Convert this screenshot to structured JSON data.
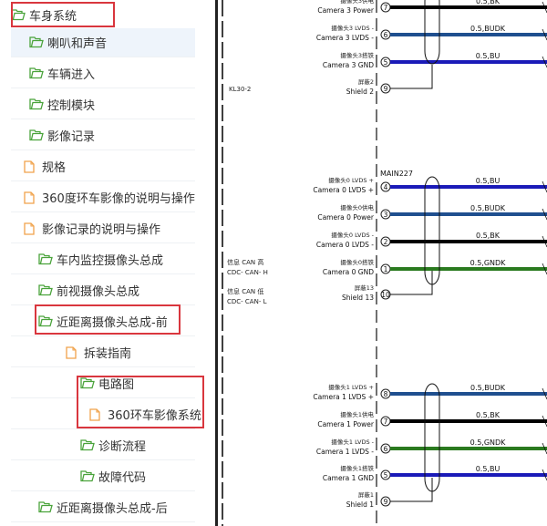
{
  "tree": {
    "items": [
      {
        "label": "车身系统",
        "type": "folder"
      },
      {
        "label": "喇叭和声音",
        "type": "folder"
      },
      {
        "label": "车辆进入",
        "type": "folder"
      },
      {
        "label": "控制模块",
        "type": "folder"
      },
      {
        "label": "影像记录",
        "type": "folder"
      },
      {
        "label": "规格",
        "type": "doc"
      },
      {
        "label": "360度环车影像的说明与操作",
        "type": "doc"
      },
      {
        "label": "影像记录的说明与操作",
        "type": "doc"
      },
      {
        "label": "车内监控摄像头总成",
        "type": "folder"
      },
      {
        "label": "前视摄像头总成",
        "type": "folder"
      },
      {
        "label": "近距离摄像头总成-前",
        "type": "folder"
      },
      {
        "label": "拆装指南",
        "type": "doc"
      },
      {
        "label": "电路图",
        "type": "folder"
      },
      {
        "label": "360环车影像系统",
        "type": "doc"
      },
      {
        "label": "诊断流程",
        "type": "folder"
      },
      {
        "label": "故障代码",
        "type": "folder"
      },
      {
        "label": "近距离摄像头总成-后",
        "type": "folder"
      }
    ],
    "colors": {
      "folder": "#4aa33b",
      "doc": "#f0a24a",
      "highlight": "#d9363e"
    }
  },
  "diagram": {
    "left_labels": [
      {
        "text": "KL30-2"
      },
      {
        "text": "信息 CAN 高"
      },
      {
        "text": "CDC- CAN- H"
      },
      {
        "text": "信息 CAN 低"
      },
      {
        "text": "CDC- CAN- L"
      }
    ],
    "connector_label": "MAIN227",
    "pins": [
      {
        "cn": "摄像头3供电",
        "en": "Camera 3 Power",
        "pin": "7",
        "wire": "0.5,BK",
        "color": "#000000"
      },
      {
        "cn": "摄像头3 LVDS -",
        "en": "Camera 3 LVDS -",
        "pin": "6",
        "wire": "0.5,BUDK",
        "color": "#1f4f8f"
      },
      {
        "cn": "摄像头3搭铁",
        "en": "Camera 3 GND",
        "pin": "5",
        "wire": "0.5,BU",
        "color": "#1a1ab8"
      },
      {
        "cn": "屏蔽2",
        "en": "Shield 2",
        "pin": "9",
        "wire": "",
        "color": "#000000"
      },
      {
        "cn": "摄像头0 LVDS +",
        "en": "Camera 0 LVDS +",
        "pin": "4",
        "wire": "0.5,BU",
        "color": "#1a1ab8"
      },
      {
        "cn": "摄像头0供电",
        "en": "Camera 0 Power",
        "pin": "3",
        "wire": "0.5,BUDK",
        "color": "#1f4f8f"
      },
      {
        "cn": "摄像头0 LVDS -",
        "en": "Camera 0 LVDS -",
        "pin": "2",
        "wire": "0.5,BK",
        "color": "#000000"
      },
      {
        "cn": "摄像头0搭铁",
        "en": "Camera 0 GND",
        "pin": "1",
        "wire": "0.5,GNDK",
        "color": "#2a7a1f"
      },
      {
        "cn": "屏蔽13",
        "en": "Shield 13",
        "pin": "10",
        "wire": "",
        "color": "#000000"
      },
      {
        "cn": "摄像头1 LVDS +",
        "en": "Camera 1 LVDS +",
        "pin": "8",
        "wire": "0.5,BUDK",
        "color": "#1f4f8f"
      },
      {
        "cn": "摄像头1供电",
        "en": "Camera 1 Power",
        "pin": "7",
        "wire": "0.5,BK",
        "color": "#000000"
      },
      {
        "cn": "摄像头1 LVDS -",
        "en": "Camera 1 LVDS -",
        "pin": "6",
        "wire": "0.5,GNDK",
        "color": "#2a7a1f"
      },
      {
        "cn": "摄像头1搭铁",
        "en": "Camera 1 GND",
        "pin": "5",
        "wire": "0.5,BU",
        "color": "#1a1ab8"
      },
      {
        "cn": "屏蔽1",
        "en": "Shield 1",
        "pin": "9",
        "wire": "",
        "color": "#000000"
      }
    ]
  }
}
